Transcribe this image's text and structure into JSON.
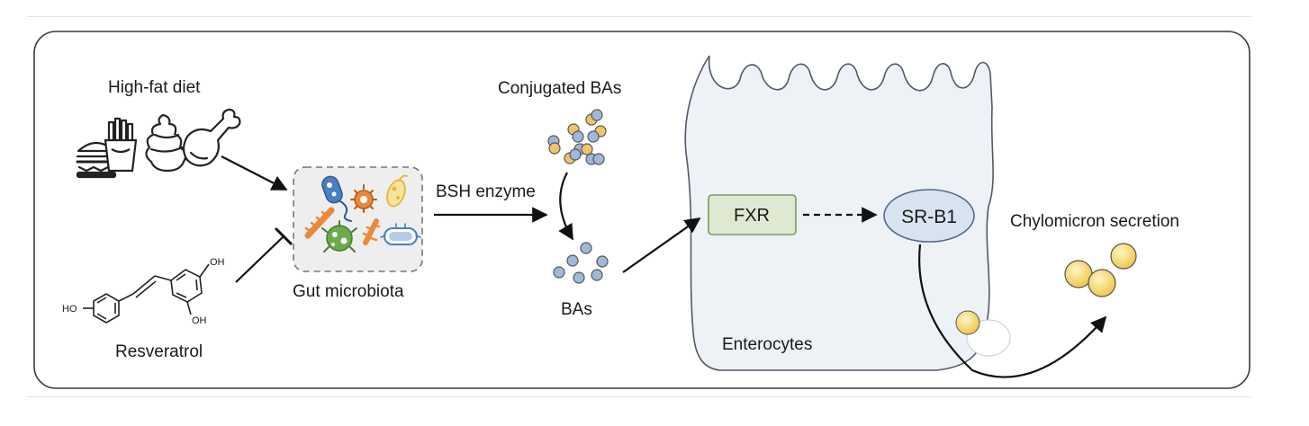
{
  "labels": {
    "high_fat_diet": "High-fat diet",
    "resveratrol": "Resveratrol",
    "gut_microbiota": "Gut microbiota",
    "bsh_enzyme": "BSH enzyme",
    "conjugated_bas": "Conjugated  BAs",
    "bas": "BAs",
    "fxr": "FXR",
    "sr_b1": "SR-B1",
    "enterocytes": "Enterocytes",
    "chylomicron_secretion": "Chylomicron secretion"
  },
  "molecule": {
    "oh_top": "OH",
    "oh_bottom": "OH",
    "ho_left": "HO"
  },
  "colors": {
    "frame": "#3a3a3a",
    "microbiota_box_fill": "#eeeeee",
    "fxr_fill": "#dfe9d2",
    "fxr_stroke": "#7a9a5e",
    "srb1_fill": "#d7e3f1",
    "srb1_stroke": "#55698a",
    "cell_fill": "#eef1f6",
    "cell_stroke": "#505a66",
    "bile_acid_blue": "#9fb7d9",
    "conjugate_yellow": "#f0c46a",
    "chylomicron_fill": "#f6d96b",
    "bacteria_blue": "#4a7fc1",
    "bacteria_orange": "#e98a3a",
    "bacteria_green": "#6aab4a",
    "bacteria_yellow": "#e9b83c"
  },
  "icons": [
    "burger-icon",
    "fries-icon",
    "soft-serve-icon",
    "chicken-leg-icon",
    "bacteria-icons",
    "resveratrol-structure"
  ]
}
